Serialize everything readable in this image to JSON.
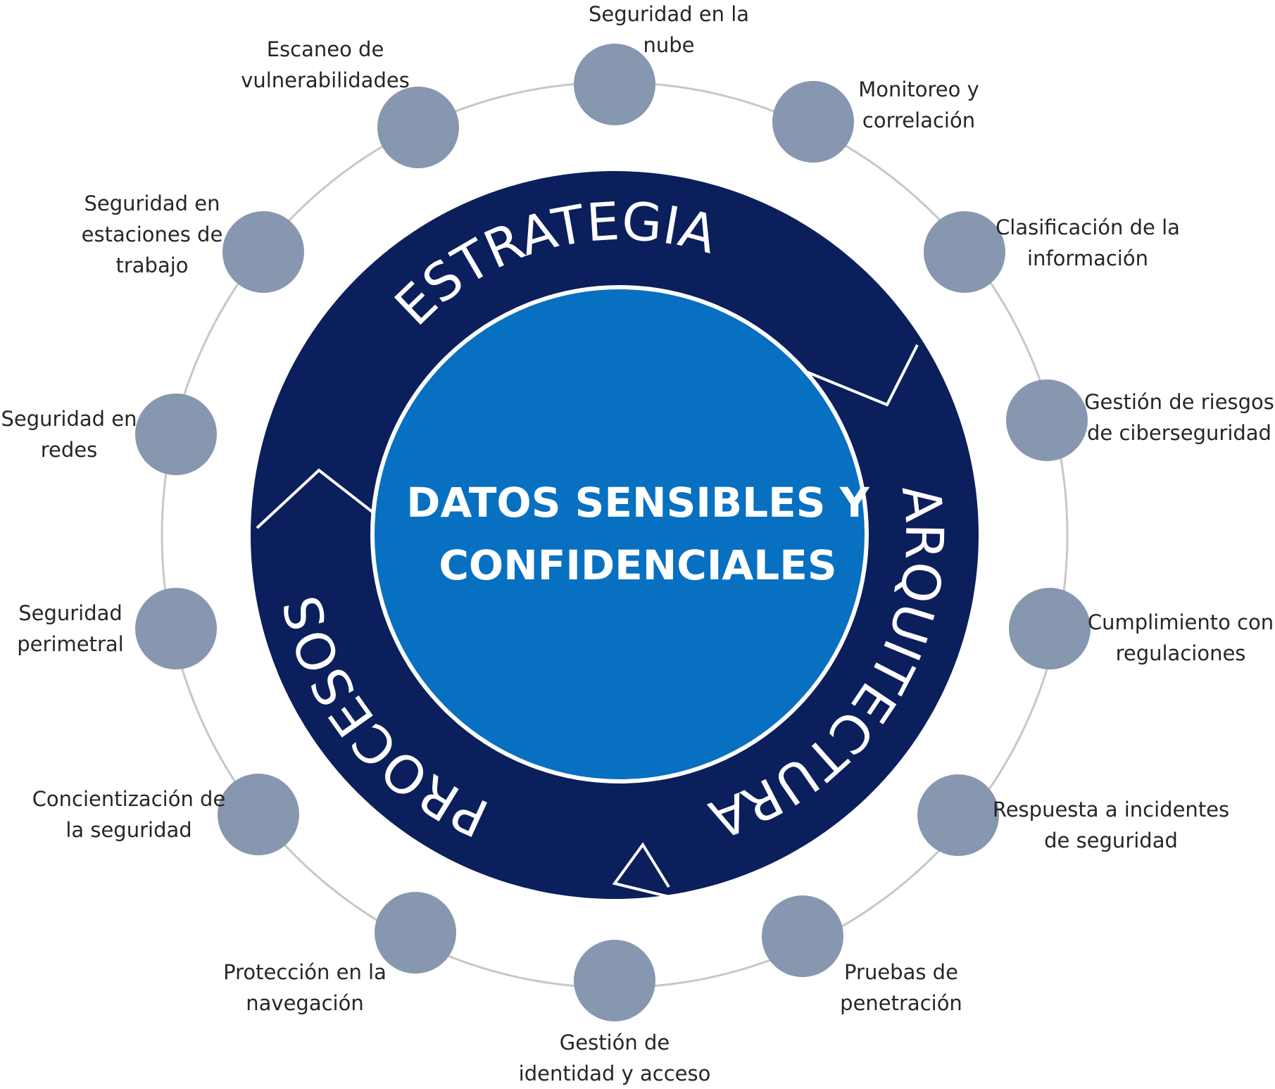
{
  "center": {
    "title": "DATOS SENSIBLES Y\nCONFIDENCIALES"
  },
  "ring_segments": [
    {
      "label": "ESTRATEGIA"
    },
    {
      "label": "ARQUITECTURA"
    },
    {
      "label": "PROCESOS"
    }
  ],
  "nodes": [
    {
      "label": "Seguridad en la\nnube"
    },
    {
      "label": "Monitoreo y\ncorrelación"
    },
    {
      "label": "Clasificación de la\ninformación"
    },
    {
      "label": "Gestión de riesgos\nde ciberseguridad"
    },
    {
      "label": "Cumplimiento con\nregulaciones"
    },
    {
      "label": "Respuesta a incidentes\nde seguridad"
    },
    {
      "label": "Pruebas de\npenetración"
    },
    {
      "label": "Gestión de\nidentidad y acceso"
    },
    {
      "label": "Protección en la\nnavegación"
    },
    {
      "label": "Concientización de\nla seguridad"
    },
    {
      "label": "Seguridad\nperimetral"
    },
    {
      "label": "Seguridad en\nredes"
    },
    {
      "label": "Seguridad en\nestaciones de\ntrabajo"
    },
    {
      "label": "Escaneo de\nvulnerabilidades"
    }
  ],
  "colors": {
    "ring_navy": "#0b1f5c",
    "center_blue": "#0870c1",
    "node_gray": "#8797b0",
    "orbit_line": "#c7c7c7",
    "text": "#262626"
  }
}
